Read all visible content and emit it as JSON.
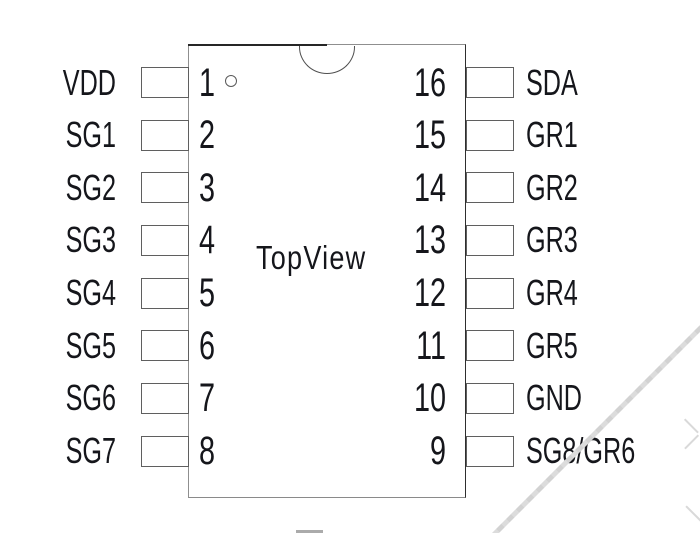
{
  "diagram": {
    "view_label": "TopView",
    "pin_count": 16,
    "pins_left": [
      {
        "num": "1",
        "label": "VDD"
      },
      {
        "num": "2",
        "label": "SG1"
      },
      {
        "num": "3",
        "label": "SG2"
      },
      {
        "num": "4",
        "label": "SG3"
      },
      {
        "num": "5",
        "label": "SG4"
      },
      {
        "num": "6",
        "label": "SG5"
      },
      {
        "num": "7",
        "label": "SG6"
      },
      {
        "num": "8",
        "label": "SG7"
      }
    ],
    "pins_right": [
      {
        "num": "16",
        "label": "SDA"
      },
      {
        "num": "15",
        "label": "GR1"
      },
      {
        "num": "14",
        "label": "GR2"
      },
      {
        "num": "13",
        "label": "GR3"
      },
      {
        "num": "12",
        "label": "GR4"
      },
      {
        "num": "11",
        "label": "GR5"
      },
      {
        "num": "10",
        "label": "GND"
      },
      {
        "num": "9",
        "label": "SG8/GR6"
      }
    ],
    "colors": {
      "line": "#4f4f4f",
      "pad_line": "#5f5f5f",
      "text": "#15161b",
      "watermark": "#dcdcdc"
    }
  }
}
